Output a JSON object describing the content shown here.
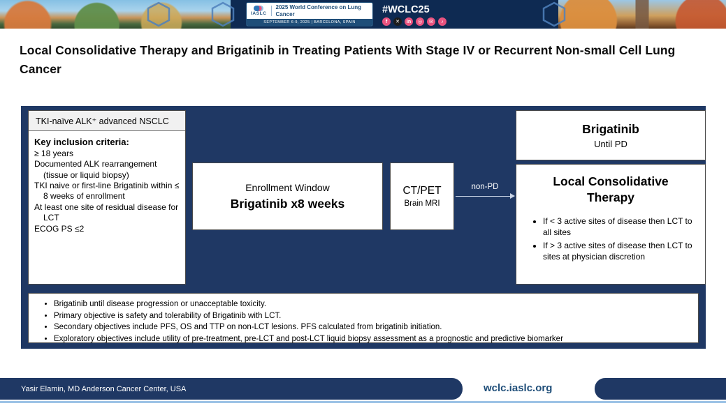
{
  "banner": {
    "iaslc_label": "IASLC",
    "conference_title": "2025 World Conference on Lung Cancer",
    "conference_dates": "SEPTEMBER 6-9, 2025  |  BARCELONA, SPAIN",
    "hashtag": "#WCLC25",
    "social": [
      {
        "name": "facebook",
        "glyph": "f"
      },
      {
        "name": "x",
        "glyph": "✕"
      },
      {
        "name": "linkedin",
        "glyph": "in"
      },
      {
        "name": "instagram",
        "glyph": "◎"
      },
      {
        "name": "email",
        "glyph": "✉"
      },
      {
        "name": "tiktok",
        "glyph": "♪"
      }
    ]
  },
  "title": "Local Consolidative Therapy and Brigatinib in Treating Patients With Stage IV or Recurrent Non-small Cell Lung Cancer",
  "schema": {
    "population_box": {
      "header": "TKI-naïve ALK⁺ advanced NSCLC",
      "criteria_heading": "Key inclusion criteria:",
      "criteria": [
        "≥ 18 years",
        "Documented ALK rearrangement (tissue or liquid biopsy)",
        "TKI naive or first-line Brigatinib within ≤ 8 weeks of enrollment",
        "At least one site of residual disease for LCT",
        "ECOG PS ≤2"
      ]
    },
    "enrollment_box": {
      "line1": "Enrollment Window",
      "line2": "Brigatinib x8 weeks"
    },
    "imaging_box": {
      "line1": "CT/PET",
      "line2": "Brain MRI"
    },
    "arrow_label": "non-PD",
    "brigatinib_box": {
      "line1": "Brigatinib",
      "line2": "Until PD"
    },
    "lct_box": {
      "title": "Local Consolidative Therapy",
      "bullets": [
        "If < 3 active sites of disease then LCT to all sites",
        "If > 3 active sites of disease then LCT to sites at physician discretion"
      ]
    },
    "objectives": [
      "Brigatinib until disease progression or unacceptable toxicity.",
      "Primary objective is safety and tolerability of Brigatinib with LCT.",
      "Secondary objectives include PFS, OS and TTP on non-LCT lesions. PFS calculated from brigatinib initiation.",
      "Exploratory objectives include utility of pre-treatment, pre-LCT and post-LCT liquid biopsy assessment as a prognostic and predictive biomarker"
    ]
  },
  "footer": {
    "author": "Yasir Elamin, MD Anderson Cancer Center, USA",
    "website": "wclc.iaslc.org"
  },
  "colors": {
    "schema_navy": "#1F3864",
    "banner_navy": "#0e2a52",
    "accent_blue": "#1F4E79",
    "social_coral": "#e8537f",
    "footer_light_blue": "#9dc3e6"
  }
}
